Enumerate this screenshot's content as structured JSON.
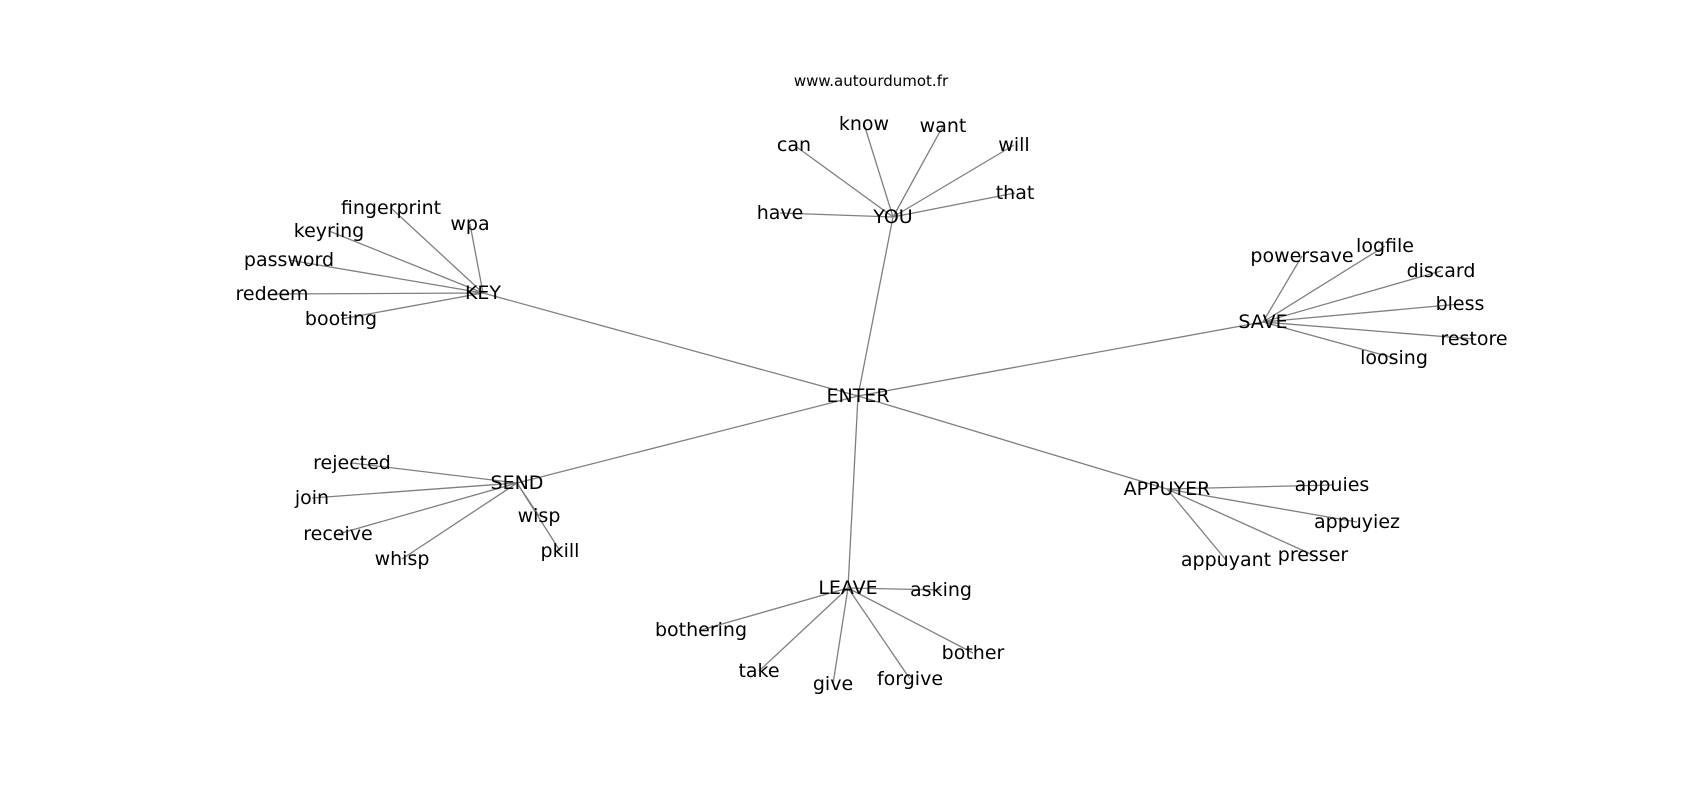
{
  "watermark": "www.autourdumot.fr",
  "edge_color": "#7f7f7f",
  "graph": {
    "center": "ENTER",
    "hubs": [
      {
        "label": "YOU",
        "leaves": [
          "can",
          "know",
          "want",
          "will",
          "that",
          "have"
        ]
      },
      {
        "label": "KEY",
        "leaves": [
          "fingerprint",
          "wpa",
          "keyring",
          "password",
          "redeem",
          "booting"
        ]
      },
      {
        "label": "SAVE",
        "leaves": [
          "powersave",
          "logfile",
          "discard",
          "bless",
          "restore",
          "loosing"
        ]
      },
      {
        "label": "SEND",
        "leaves": [
          "rejected",
          "join",
          "receive",
          "whisp",
          "wisp",
          "pkill"
        ]
      },
      {
        "label": "APPUYER",
        "leaves": [
          "appuies",
          "appuyiez",
          "presser",
          "appuyant"
        ]
      },
      {
        "label": "LEAVE",
        "leaves": [
          "asking",
          "bothering",
          "bother",
          "forgive",
          "give",
          "take"
        ]
      }
    ]
  }
}
